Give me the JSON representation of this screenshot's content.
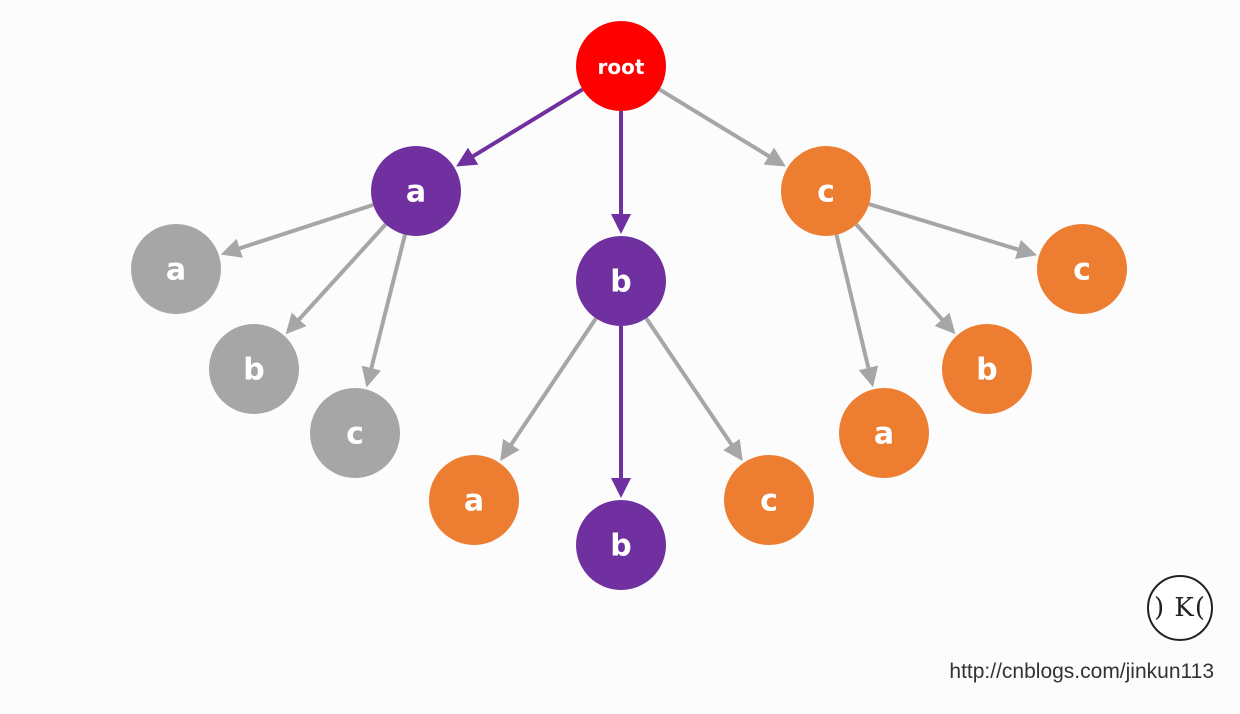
{
  "colors": {
    "root": "#ff0000",
    "path": "#7030a0",
    "active": "#ed7d31",
    "inactive": "#a6a6a6",
    "edge_path": "#7030a0",
    "edge_other": "#a6a6a6"
  },
  "nodes": [
    {
      "id": "root",
      "label": "root",
      "state": "root"
    },
    {
      "id": "a",
      "label": "a",
      "state": "path"
    },
    {
      "id": "b",
      "label": "b",
      "state": "path"
    },
    {
      "id": "c",
      "label": "c",
      "state": "active"
    },
    {
      "id": "a-a",
      "label": "a",
      "state": "inactive"
    },
    {
      "id": "a-b",
      "label": "b",
      "state": "inactive"
    },
    {
      "id": "a-c",
      "label": "c",
      "state": "inactive"
    },
    {
      "id": "b-a",
      "label": "a",
      "state": "active"
    },
    {
      "id": "b-b",
      "label": "b",
      "state": "path"
    },
    {
      "id": "b-c",
      "label": "c",
      "state": "active"
    },
    {
      "id": "c-a",
      "label": "a",
      "state": "active"
    },
    {
      "id": "c-b",
      "label": "b",
      "state": "active"
    },
    {
      "id": "c-c",
      "label": "c",
      "state": "active"
    }
  ],
  "edges": [
    {
      "from": "root",
      "to": "a",
      "highlight": true
    },
    {
      "from": "root",
      "to": "b",
      "highlight": true
    },
    {
      "from": "root",
      "to": "c",
      "highlight": false
    },
    {
      "from": "a",
      "to": "a-a",
      "highlight": false
    },
    {
      "from": "a",
      "to": "a-b",
      "highlight": false
    },
    {
      "from": "a",
      "to": "a-c",
      "highlight": false
    },
    {
      "from": "b",
      "to": "b-a",
      "highlight": false
    },
    {
      "from": "b",
      "to": "b-b",
      "highlight": true
    },
    {
      "from": "b",
      "to": "b-c",
      "highlight": false
    },
    {
      "from": "c",
      "to": "c-a",
      "highlight": false
    },
    {
      "from": "c",
      "to": "c-b",
      "highlight": false
    },
    {
      "from": "c",
      "to": "c-c",
      "highlight": false
    }
  ],
  "footer": {
    "url": "http://cnblogs.com/jinkun113",
    "logo_text": ") K("
  }
}
